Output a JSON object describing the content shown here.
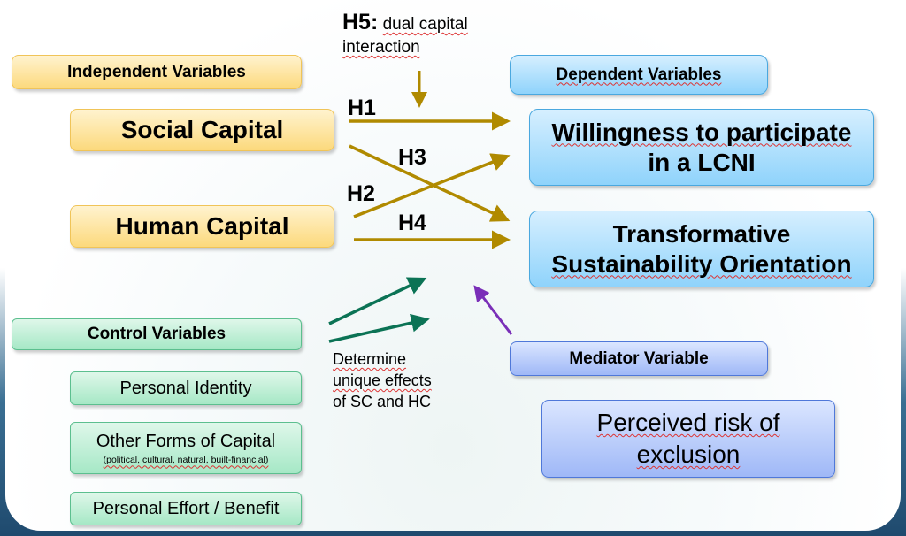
{
  "h5": {
    "label": "H5:",
    "text_line1": "dual capital",
    "text_line2": "interaction"
  },
  "hypotheses": {
    "h1": "H1",
    "h2": "H2",
    "h3": "H3",
    "h4": "H4"
  },
  "independent": {
    "header": "Independent Variables",
    "items": [
      "Social Capital",
      "Human Capital"
    ]
  },
  "dependent": {
    "header": "Dependent Variables",
    "willingness_line1": "Willingness to participate",
    "willingness_line2": "in a LCNI",
    "transformative_line1": "Transformative",
    "transformative_line2": "Sustainability Orientation"
  },
  "control": {
    "header": "Control Variables",
    "personal_identity": "Personal Identity",
    "other_forms": "Other Forms of Capital",
    "other_forms_sub": "(political, cultural, natural, built-financial)",
    "personal_effort": "Personal Effort / Benefit"
  },
  "control_note": {
    "line1": "Determine",
    "line2": "unique effects",
    "line3": "of SC and HC"
  },
  "mediator": {
    "header": "Mediator Variable",
    "line1": "Perceived risk of",
    "line2": "exclusion"
  },
  "colors": {
    "hypothesis_arrow": "#b08a00",
    "control_arrow": "#0b7355",
    "mediator_arrow": "#7a2fb8"
  }
}
